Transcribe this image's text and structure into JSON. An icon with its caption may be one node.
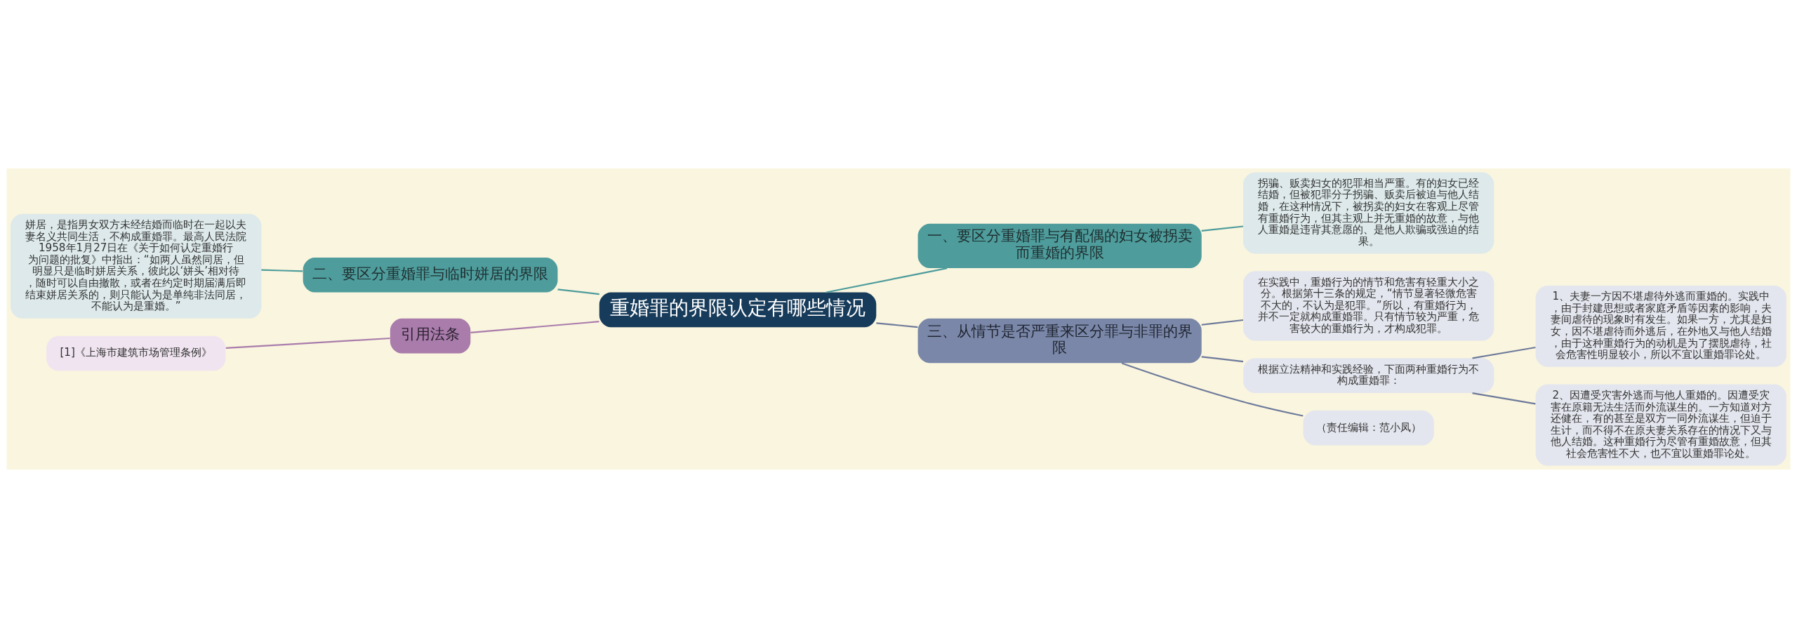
{
  "diagram": {
    "nodes": [
      {
        "text": [
          "重婚罪的界限认定有哪些情况"
        ]
      },
      {
        "text": [
          "一、要区分重婚罪与有配偶的妇女被拐卖而重婚的界限"
        ]
      },
      {
        "text": [
          "拐骗、贩卖妇女的犯罪相当严重。有的妇女已经结婚，但被犯罪分子拐骗、贩卖后被迫与他人结婚，在这种情况下，被拐卖的妇女在客观上尽管有重婚行为，但其主观上并无重婚的故意，与他人重婚是违背其意愿的、是他人欺骗或强迫的结果。"
        ]
      },
      {
        "text": [
          "三、从情节是否严重来区分罪与非罪的界限"
        ]
      },
      {
        "text": [
          "在实践中，重婚行为的情节和危害有轻重大小之分。根据第十三条的规定，“情节显著轻微危害不大的，不认为是犯罪。”所以，有重婚行为，并不一定就构成重婚罪。只有情节较为严重，危害较大的重婚行为，才构成犯罪。"
        ]
      },
      {
        "text": [
          "根据立法精神和实践经验，下面两种重婚行为不构成重婚罪："
        ]
      },
      {
        "text": [
          "1、夫妻一方因不堪虐待外逃而重婚的。实践中，由于封建思想或者家庭矛盾等因素的影响，夫妻间虐待的现象时有发生。如果一方，尤其是妇女，因不堪虐待而外逃后，在外地又与他人结婚，由于这种重婚行为的动机是为了摆脱虐待，社会危害性明显较小，所以不宜以重婚罪论处。"
        ]
      },
      {
        "text": [
          "2、因遭受灾害外逃而与他人重婚的。因遭受灾害在原籍无法生活而外流谋生的。一方知道对方还健在，有的甚至是双方一同外流谋生，但迫于生计，而不得不在原夫妻关系存在的情况下又与他人结婚。这种重婚行为尽管有重婚故意，但其社会危害性不大，也不宜以重婚罪论处。"
        ]
      },
      {
        "text": [
          "（责任编辑：范小凤）"
        ]
      },
      {
        "text": [
          "二、要区分重婚罪与临时姘居的界限"
        ]
      },
      {
        "text": [
          "姘居，是指男女双方未经结婚而临时在一起以夫妻名义共同生活，不构成重婚罪。最高人民法院1958年1月27日在《关于如何认定重婚行为问题的批复》中指出：“如两人虽然同居，但明显只是临时姘居关系，彼此以‘姘头’相对待，随时可以自由撤散，或者在约定时期届满后即结束姘居关系的，则只能认为是单纯非法同居，不能认为是重婚。”"
        ]
      },
      {
        "text": [
          "引用法条"
        ]
      },
      {
        "text": [
          "[1]《上海市建筑市场管理条例》"
        ]
      }
    ],
    "edges": [
      {
        "from": 0,
        "to": 1,
        "arrow": "none",
        "color": "#4e9c9c"
      },
      {
        "from": 1,
        "to": 2,
        "arrow": "none",
        "color": "#4e9c9c"
      },
      {
        "from": 0,
        "to": 3,
        "arrow": "none"
      },
      {
        "from": 3,
        "to": 4,
        "arrow": "none"
      },
      {
        "from": 3,
        "to": 5,
        "arrow": "none"
      },
      {
        "from": 5,
        "to": 6,
        "arrow": "none"
      },
      {
        "from": 5,
        "to": 7,
        "arrow": "none"
      },
      {
        "from": 3,
        "to": 8,
        "arrow": "none"
      },
      {
        "from": 0,
        "to": 9,
        "arrow": "none",
        "color": "#4e9c9c"
      },
      {
        "from": 9,
        "to": 10,
        "arrow": "none",
        "color": "#4e9c9c"
      },
      {
        "from": 0,
        "to": 11,
        "arrow": "none",
        "color": "#a97cac"
      },
      {
        "from": 11,
        "to": 12,
        "arrow": "none",
        "color": "#a97cac"
      }
    ]
  }
}
